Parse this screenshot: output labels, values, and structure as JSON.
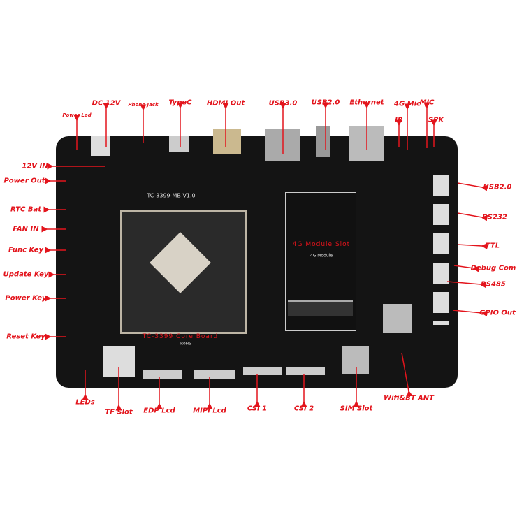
{
  "board": {
    "model": "TC-3399-MB V1.0",
    "core_label": "TC-3399 Core Board",
    "rohs": "RoHS",
    "module_slot_label": "4G Module Slot",
    "module_silk": "4G Module"
  },
  "labels": {
    "top": [
      "Power Led",
      "DC 12V",
      "Phone Jack",
      "TypeC",
      "HDMI Out",
      "USB3.0",
      "USB2.0",
      "Ethernet",
      "4G Mic",
      "MIC",
      "IR",
      "SPK"
    ],
    "left": [
      "12V IN",
      "Power Out",
      "RTC Bat",
      "FAN IN",
      "Func Key",
      "Update Key",
      "Power Key",
      "Reset Key"
    ],
    "right": [
      "USB2.0",
      "RS232",
      "TTL",
      "Debug Com",
      "RS485",
      "GPIO Out"
    ],
    "bottom": [
      "LEDs",
      "TF Slot",
      "EDP Lcd",
      "MIPI Lcd",
      "CSI 1",
      "CSI 2",
      "SIM Slot",
      "Wifi&BT ANT"
    ]
  },
  "colors": {
    "label": "#e3141c",
    "board": "#141414"
  }
}
